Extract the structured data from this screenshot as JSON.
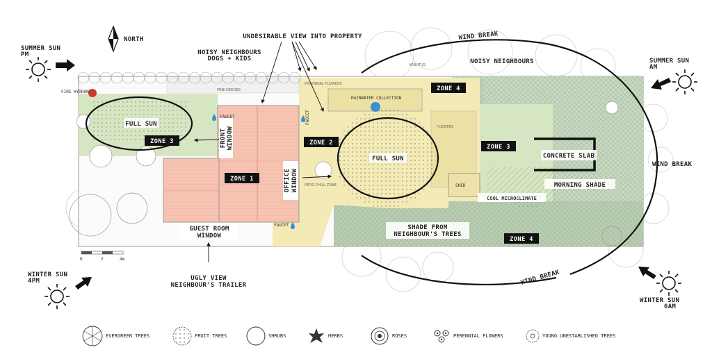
{
  "compass": {
    "label": "NORTH"
  },
  "sun": {
    "summer_pm": [
      "SUMMER SUN",
      "PM"
    ],
    "summer_am": [
      "SUMMER SUN",
      "AM"
    ],
    "winter_pm": [
      "WINTER SUN",
      "4PM"
    ],
    "winter_am": [
      "WINTER SUN",
      "6AM"
    ]
  },
  "annotations": {
    "undesirable_view": "UNDESIRABLE VIEW INTO PROPERTY",
    "noisy_west": [
      "NOISY NEIGHBOURS",
      "DOGS + KIDS"
    ],
    "noisy_east": "NOISY NEIGHBOURS",
    "wind_break_top": "WIND BREAK",
    "wind_break_right": "WIND BREAK",
    "wind_break_bottom": "WIND BREAK",
    "fire_hydrant": "FIRE HYDRANT",
    "full_sun_left": "FULL SUN",
    "full_sun_center": "FULL SUN",
    "front_window": [
      "FRONT",
      "WINDOW"
    ],
    "office_window": [
      "OFFICE",
      "WINDOW"
    ],
    "guest_window": [
      "GUEST ROOM",
      "WINDOW"
    ],
    "ugly_view": [
      "UGLY VIEW",
      "NEIGHBOUR'S TRAILER"
    ],
    "faucet": "FAUCET",
    "rainwater": "RAINWATER COLLECTION",
    "concrete_slab": "CONCRETE SLAB",
    "morning_shade": "MORNING SHADE",
    "cool_micro": "COOL MICROCLIMATE",
    "shade_trees": [
      "SHADE FROM",
      "NEIGHBOUR'S TREES"
    ],
    "shed": "SHED",
    "flowers": "FLOWERS",
    "pine_hedge": "PINE HEDGES",
    "arbutus": "ARBUTUS",
    "perennial": "PERENNIAL FLOWERS",
    "patio": "PATIO CHILL ZONE",
    "scale": [
      "0",
      "2",
      "4m"
    ]
  },
  "zones": {
    "z1": "ZONE 1",
    "z2": "ZONE 2",
    "z3a": "ZONE 3",
    "z3b": "ZONE 3",
    "z4a": "ZONE 4",
    "z4b": "ZONE 4"
  },
  "legend": [
    {
      "label": "EVERGREEN TREES",
      "icon": "evergreen-tree-icon"
    },
    {
      "label": "FRUIT TREES",
      "icon": "fruit-tree-icon"
    },
    {
      "label": "SHRUBS",
      "icon": "shrub-icon"
    },
    {
      "label": "HERBS",
      "icon": "herb-icon"
    },
    {
      "label": "ROSES",
      "icon": "rose-icon"
    },
    {
      "label": "PERENNIAL FLOWERS",
      "icon": "perennial-flower-icon"
    },
    {
      "label": "YOUNG UNESTABLISHED TREES",
      "icon": "young-tree-icon"
    }
  ],
  "colors": {
    "house": "#f7c3b2",
    "zone2": "#f3eab6",
    "zone3": "#d6e6c2",
    "zone4": "#b9cdb1",
    "water": "#3d8fd0",
    "hydrant": "#c63b2b"
  }
}
